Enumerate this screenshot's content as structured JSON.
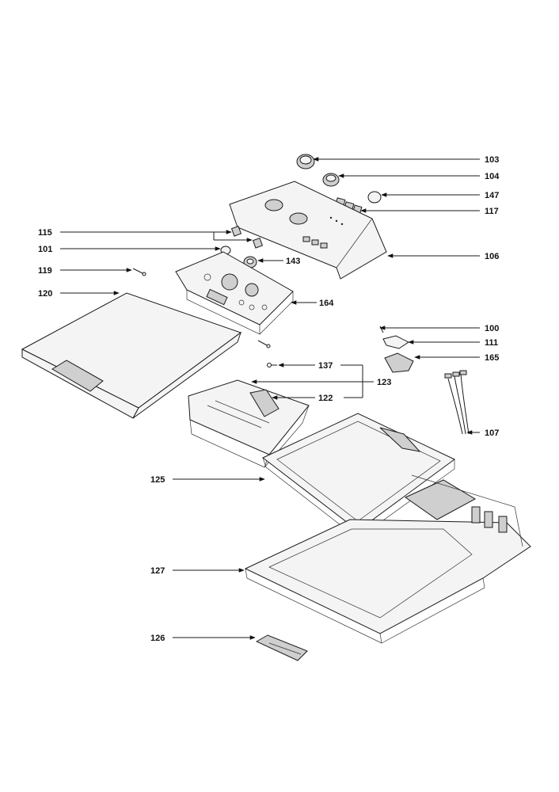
{
  "labels": {
    "p103": "103",
    "p104": "104",
    "p147": "147",
    "p117": "117",
    "p115": "115",
    "p101": "101",
    "p143": "143",
    "p106": "106",
    "p119": "119",
    "p120": "120",
    "p164": "164",
    "p100": "100",
    "p111": "111",
    "p165": "165",
    "p137": "137",
    "p123": "123",
    "p122": "122",
    "p107": "107",
    "p125": "125",
    "p127": "127",
    "p126": "126"
  }
}
